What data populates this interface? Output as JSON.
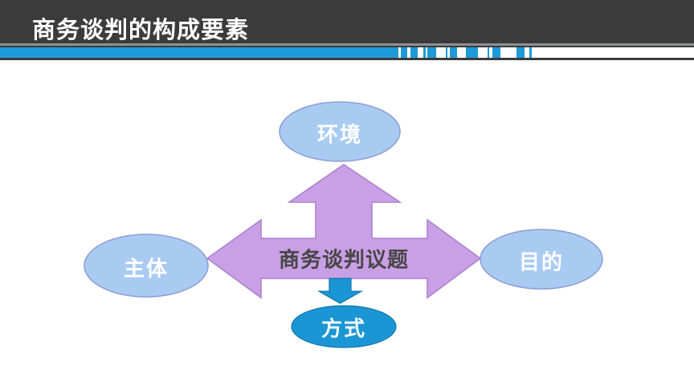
{
  "header": {
    "title": "商务谈判的构成要素"
  },
  "diagram": {
    "center_label": "商务谈判议题",
    "nodes": {
      "top": {
        "label": "环境"
      },
      "left": {
        "label": "主体"
      },
      "right": {
        "label": "目的"
      },
      "bottom": {
        "label": "方式"
      }
    }
  },
  "colors": {
    "header_bg": "#3b3b3b",
    "accent_blue": "#1e9ad8",
    "node_fill": "#a9cbf2",
    "node_border": "#8e9fd4",
    "arrow_fill": "#c99fe6",
    "arrow_border": "#ac82cf",
    "solid_blue_fill": "#1b96d4",
    "solid_blue_border": "#1176ac",
    "title_color": "#ffffff",
    "center_text_color": "#474747"
  }
}
